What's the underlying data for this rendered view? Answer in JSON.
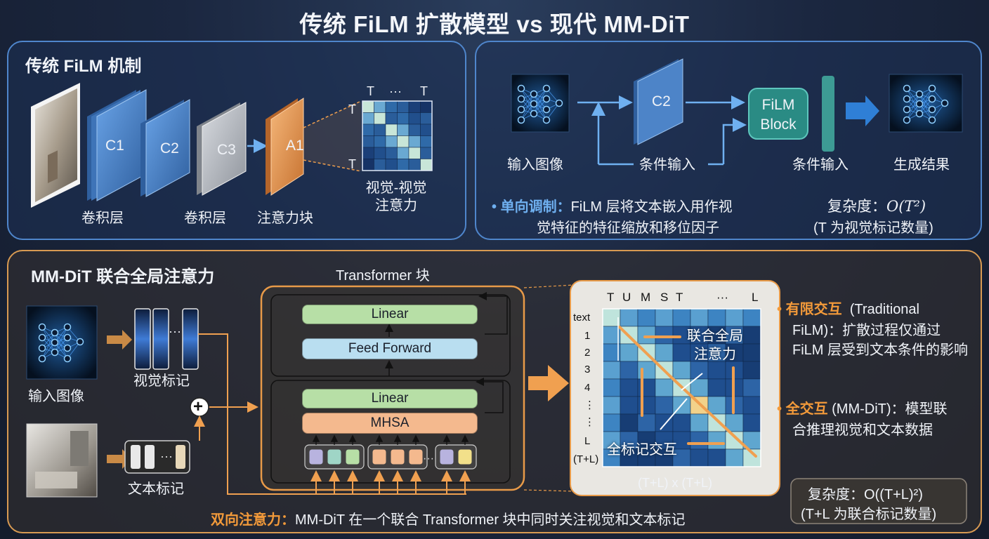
{
  "title": "传统 FiLM 扩散模型 vs 现代 MM-DiT",
  "film_panel": {
    "title": "传统 FiLM 机制",
    "layers": [
      "C1",
      "C2",
      "C3",
      "A1"
    ],
    "conv_label_1": "卷积层",
    "conv_label_2": "卷积层",
    "attn_label": "注意力块",
    "matrix_top_labels": [
      "T",
      "···",
      "T"
    ],
    "matrix_side_labels": [
      "T",
      "T"
    ],
    "matrix_caption": "视觉-视觉\n注意力"
  },
  "film_flow": {
    "input_label": "输入图像",
    "c2_label": "C2",
    "cond_input_1": "条件输入",
    "film_block": "FiLM\nBlock",
    "cond_input_2": "条件输入",
    "output_label": "生成结果",
    "bullet_dot": "•",
    "bullet_head": "单向调制：",
    "bullet_text_1": "FiLM 层将文本嵌入用作视",
    "bullet_text_2": "觉特征的特征缩放和移位因子",
    "complexity_label": "复杂度：",
    "complexity_formula": "O(T²)",
    "complexity_note": "(T 为视觉标记数量)"
  },
  "mmdit_panel": {
    "title": "MM-DiT 联合全局注意力",
    "input_label": "输入图像",
    "visual_tokens_label": "视觉标记",
    "text_tokens_label": "文本标记",
    "ellipsis": "···",
    "plus": "+",
    "transformer_title": "Transformer 块",
    "blocks": {
      "linear_top": "Linear",
      "feed_forward": "Feed Forward",
      "linear_bottom": "Linear",
      "mhsa": "MHSA"
    },
    "matrix_top_labels": [
      "T",
      "U",
      "M",
      "S",
      "T",
      "···",
      "L"
    ],
    "matrix_side_labels": [
      "text",
      "1",
      "2",
      "3",
      "4",
      "⋮",
      "⋮",
      "L",
      "(T+L)"
    ],
    "matrix_caption": "(T+L) x (T+L)",
    "joint_attention_label": "联合全局\n注意力",
    "all_token_label": "全标记交互",
    "bottom_head": "双向注意力：",
    "bottom_text": "MM-DiT 在一个联合 Transformer 块中同时关注视觉和文本标记",
    "right": {
      "bullet_dot": "•",
      "limited_head": "有限交互",
      "limited_text_1": "(Traditional",
      "limited_text_2": "FiLM)：扩散过程仅通过",
      "limited_text_3": "FiLM 层受到文本条件的影响",
      "full_head": "全交互",
      "full_text_1": "(MM-DiT)：模型联",
      "full_text_2": "合推理视觉和文本数据"
    },
    "complexity_line_1": "复杂度：O((T+L)²)",
    "complexity_line_2": "(T+L 为联合标记数量)"
  },
  "colors": {
    "accent_blue": "#4f86cc",
    "accent_orange": "#f39a3a",
    "panel_border_orange": "#d89a52"
  }
}
